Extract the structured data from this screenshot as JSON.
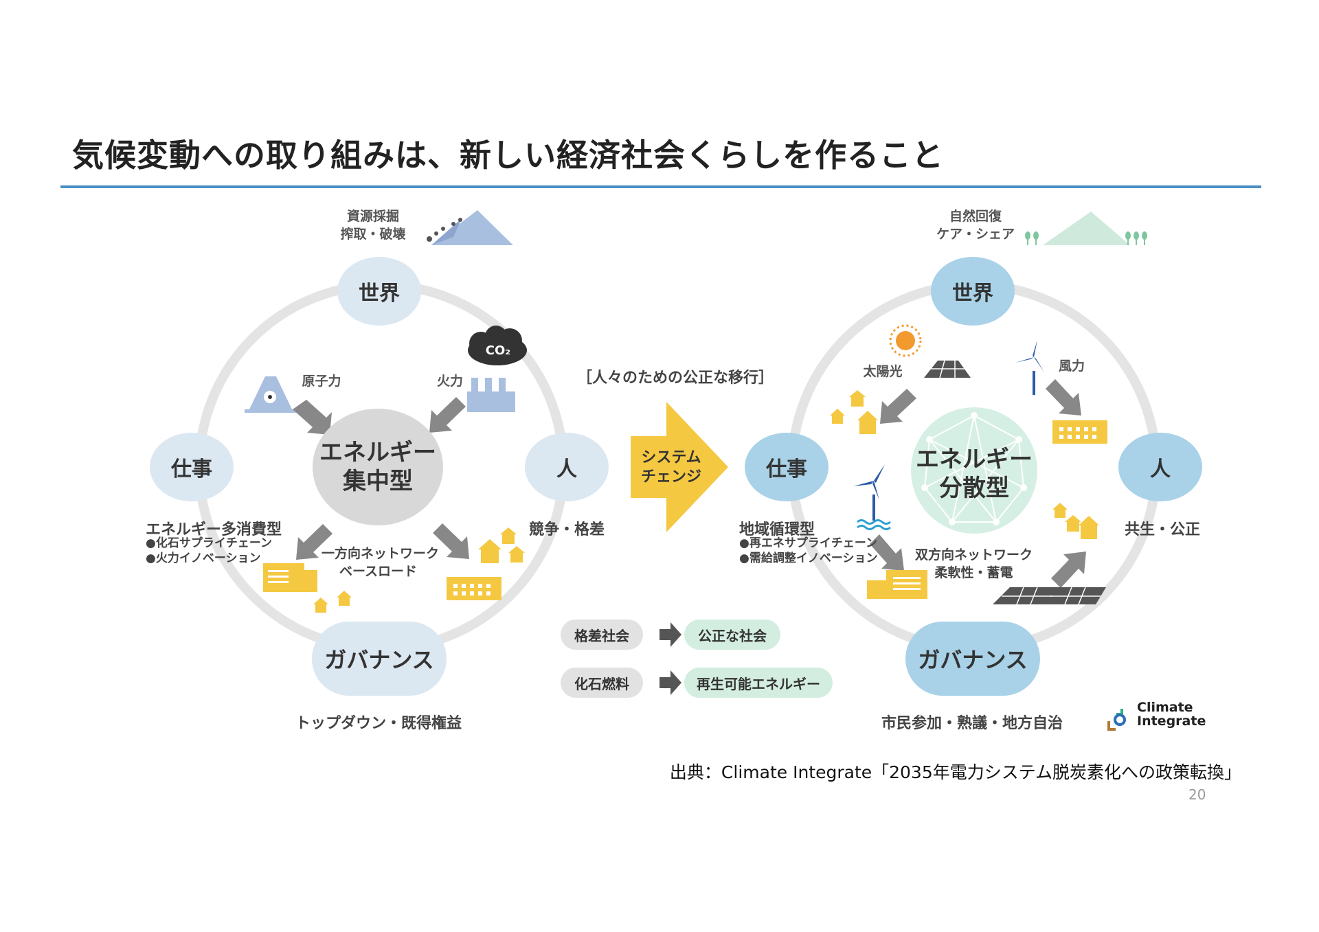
{
  "title": "気候変動への取り組みは、新しい経済社会くらしを作ること",
  "left": {
    "top_label_1": "資源採掘",
    "top_label_2": "搾取・破壊",
    "world": "世界",
    "work": "仕事",
    "people": "人",
    "governance": "ガバナンス",
    "center_1": "エネルギー",
    "center_2": "集中型",
    "nuclear": "原子力",
    "thermal": "火力",
    "co2": "CO₂",
    "work_title": "エネルギー多消費型",
    "work_items": [
      "●化石サプライチェーン",
      "●火力イノベーション"
    ],
    "people_label": "競争・格差",
    "network_1": "一方向ネットワーク",
    "network_2": "ベースロード",
    "governance_label": "トップダウン・既得権益"
  },
  "middle": {
    "transition": "［人々のための公正な移行］",
    "arrow_1": "システム",
    "arrow_2": "チェンジ",
    "from_1": "格差社会",
    "to_1": "公正な社会",
    "from_2": "化石燃料",
    "to_2": "再生可能エネルギー"
  },
  "right": {
    "top_label_1": "自然回復",
    "top_label_2": "ケア・シェア",
    "world": "世界",
    "work": "仕事",
    "people": "人",
    "governance": "ガバナンス",
    "center_1": "エネルギー",
    "center_2": "分散型",
    "solar": "太陽光",
    "wind": "風力",
    "work_title": "地域循環型",
    "work_items": [
      "●再エネサプライチェーン",
      "●需給調整イノベーション"
    ],
    "people_label": "共生・公正",
    "network_1": "双方向ネットワーク",
    "network_2": "柔軟性・蓄電",
    "governance_label": "市民参加・熟議・地方自治"
  },
  "logo": {
    "line1": "Climate",
    "line2": "Integrate"
  },
  "source": "出典：Climate Integrate「2035年電力システム脱炭素化への政策転換」",
  "page_number": "20",
  "colors": {
    "accent_rule": "#4a8fc4",
    "ring": "#e4e4e4",
    "left_node": "#dbe7f1",
    "right_node": "#a9d2e8",
    "center_left": "#d8d8d8",
    "center_right": "#d6efe4",
    "arrow_yellow": "#f5c842",
    "house_yellow": "#f5c842",
    "tag_gray": "#e2e2e2",
    "tag_green": "#d3eee0"
  }
}
